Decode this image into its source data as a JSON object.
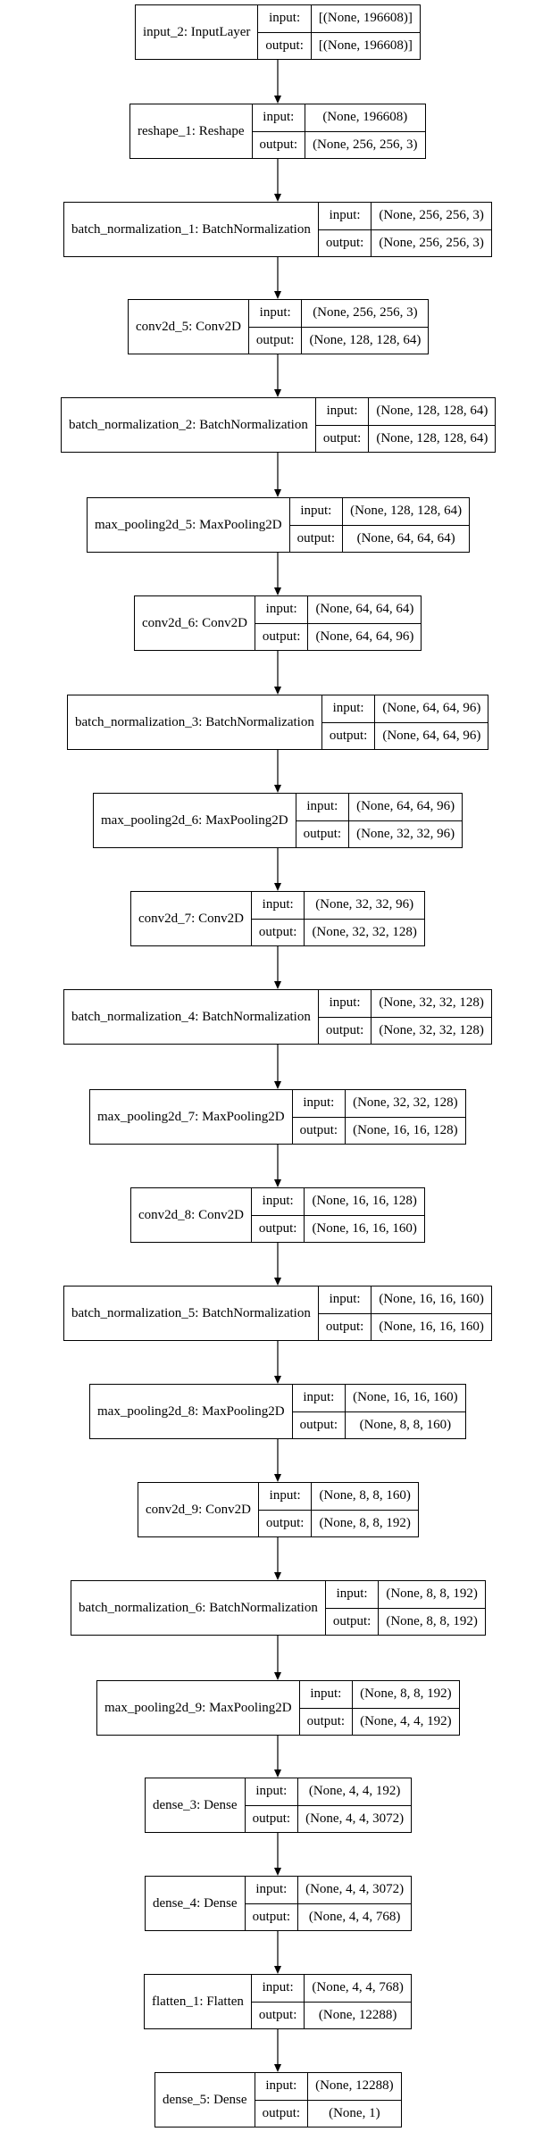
{
  "nodes": [
    {
      "name": "input_2: InputLayer",
      "input_label": "input:",
      "output_label": "output:",
      "input": "[(None, 196608)]",
      "output": "[(None, 196608)]"
    },
    {
      "name": "reshape_1: Reshape",
      "input_label": "input:",
      "output_label": "output:",
      "input": "(None, 196608)",
      "output": "(None, 256, 256, 3)"
    },
    {
      "name": "batch_normalization_1: BatchNormalization",
      "input_label": "input:",
      "output_label": "output:",
      "input": "(None, 256, 256, 3)",
      "output": "(None, 256, 256, 3)"
    },
    {
      "name": "conv2d_5: Conv2D",
      "input_label": "input:",
      "output_label": "output:",
      "input": "(None, 256, 256, 3)",
      "output": "(None, 128, 128, 64)"
    },
    {
      "name": "batch_normalization_2: BatchNormalization",
      "input_label": "input:",
      "output_label": "output:",
      "input": "(None, 128, 128, 64)",
      "output": "(None, 128, 128, 64)"
    },
    {
      "name": "max_pooling2d_5: MaxPooling2D",
      "input_label": "input:",
      "output_label": "output:",
      "input": "(None, 128, 128, 64)",
      "output": "(None, 64, 64, 64)"
    },
    {
      "name": "conv2d_6: Conv2D",
      "input_label": "input:",
      "output_label": "output:",
      "input": "(None, 64, 64, 64)",
      "output": "(None, 64, 64, 96)"
    },
    {
      "name": "batch_normalization_3: BatchNormalization",
      "input_label": "input:",
      "output_label": "output:",
      "input": "(None, 64, 64, 96)",
      "output": "(None, 64, 64, 96)"
    },
    {
      "name": "max_pooling2d_6: MaxPooling2D",
      "input_label": "input:",
      "output_label": "output:",
      "input": "(None, 64, 64, 96)",
      "output": "(None, 32, 32, 96)"
    },
    {
      "name": "conv2d_7: Conv2D",
      "input_label": "input:",
      "output_label": "output:",
      "input": "(None, 32, 32, 96)",
      "output": "(None, 32, 32, 128)"
    },
    {
      "name": "batch_normalization_4: BatchNormalization",
      "input_label": "input:",
      "output_label": "output:",
      "input": "(None, 32, 32, 128)",
      "output": "(None, 32, 32, 128)"
    },
    {
      "name": "max_pooling2d_7: MaxPooling2D",
      "input_label": "input:",
      "output_label": "output:",
      "input": "(None, 32, 32, 128)",
      "output": "(None, 16, 16, 128)"
    },
    {
      "name": "conv2d_8: Conv2D",
      "input_label": "input:",
      "output_label": "output:",
      "input": "(None, 16, 16, 128)",
      "output": "(None, 16, 16, 160)"
    },
    {
      "name": "batch_normalization_5: BatchNormalization",
      "input_label": "input:",
      "output_label": "output:",
      "input": "(None, 16, 16, 160)",
      "output": "(None, 16, 16, 160)"
    },
    {
      "name": "max_pooling2d_8: MaxPooling2D",
      "input_label": "input:",
      "output_label": "output:",
      "input": "(None, 16, 16, 160)",
      "output": "(None, 8, 8, 160)"
    },
    {
      "name": "conv2d_9: Conv2D",
      "input_label": "input:",
      "output_label": "output:",
      "input": "(None, 8, 8, 160)",
      "output": "(None, 8, 8, 192)"
    },
    {
      "name": "batch_normalization_6: BatchNormalization",
      "input_label": "input:",
      "output_label": "output:",
      "input": "(None, 8, 8, 192)",
      "output": "(None, 8, 8, 192)"
    },
    {
      "name": "max_pooling2d_9: MaxPooling2D",
      "input_label": "input:",
      "output_label": "output:",
      "input": "(None, 8, 8, 192)",
      "output": "(None, 4, 4, 192)"
    },
    {
      "name": "dense_3: Dense",
      "input_label": "input:",
      "output_label": "output:",
      "input": "(None, 4, 4, 192)",
      "output": "(None, 4, 4, 3072)"
    },
    {
      "name": "dense_4: Dense",
      "input_label": "input:",
      "output_label": "output:",
      "input": "(None, 4, 4, 3072)",
      "output": "(None, 4, 4, 768)"
    },
    {
      "name": "flatten_1: Flatten",
      "input_label": "input:",
      "output_label": "output:",
      "input": "(None, 4, 4, 768)",
      "output": "(None, 12288)"
    },
    {
      "name": "dense_5: Dense",
      "input_label": "input:",
      "output_label": "output:",
      "input": "(None, 12288)",
      "output": "(None, 1)"
    }
  ],
  "colors": {
    "line": "#000000",
    "background": "#ffffff"
  }
}
